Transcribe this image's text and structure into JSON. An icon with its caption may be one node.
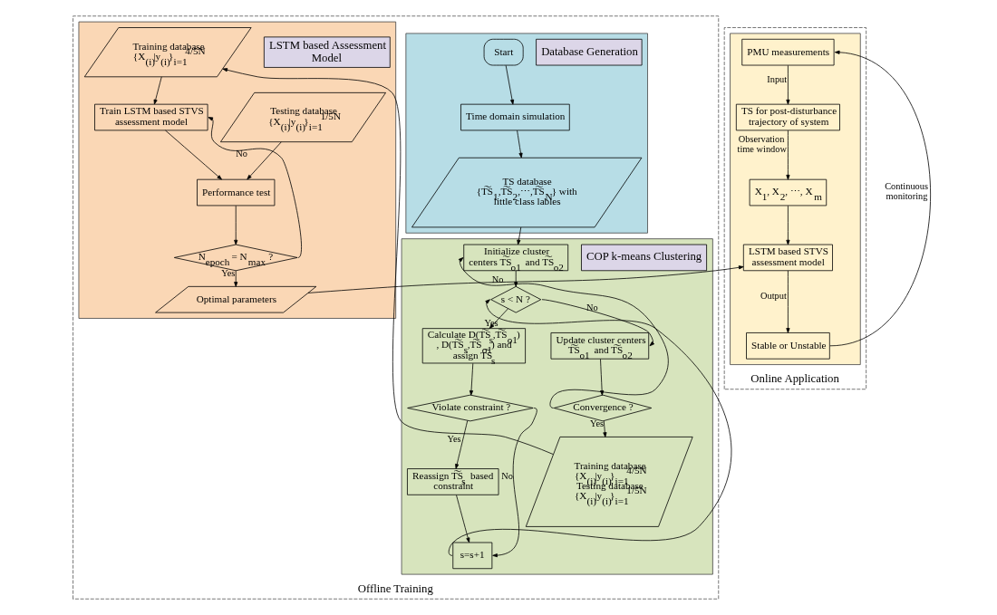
{
  "diagram": {
    "nodes": [
      {
        "text": [
          "Offline Training"
        ]
      },
      {
        "text": [],
        "shape": "box",
        "in": 0
      },
      {
        "text": [
          "Database Generation"
        ],
        "in": 1
      },
      {
        "text": [
          "Start"
        ],
        "in": 1
      },
      {
        "text": [
          "Time domain simulation"
        ],
        "in": 1
      },
      {
        "text": [
          "TS database {T͠S$_{1}$,T͠S$_{2}$,⋯,T͠S$_{N}$} with little class lables"
        ],
        "in": 1
      },
      {
        "text": [],
        "shape": "box",
        "in": 0
      },
      {
        "text": [
          "COP k-means Clustering"
        ],
        "in": 6
      },
      {
        "text": [
          "Initialize cluster centers T͠S$_{o1}$ and T͠S$_{o2}$"
        ],
        "in": 6
      },
      {
        "text": [
          "s < N ?"
        ],
        "in": 6
      },
      {
        "text": [
          "Calculate D(T͠S$_{s}$,T͠S$_{o1}$) , D(T͠S$_{s}$,T͠S$_{o1}$) and assign T͠S$_{s}$"
        ],
        "in": 6
      },
      {
        "text": [
          "Violate constraint ?"
        ],
        "in": 6
      },
      {
        "text": [
          "Reassign T͠S$_{s}$ based constraint"
        ],
        "in": 6
      },
      {
        "text": [
          "s=s+1"
        ],
        "in": 6
      },
      {
        "text": [
          "Update cluster centers T͠S$_{o1}$ and T͠S$_{o2}$"
        ],
        "in": 6
      },
      {
        "text": [
          "Convergence ?"
        ],
        "in": 6
      },
      {
        "text": [
          "Training database {X$_{(i)}$|y$_{(i)}$}$_{i=1}$$^{4/5N}$",
          "Testing database {X$_{(i)}$|y$_{(i)}$}$_{i=1}$$^{1/5N}$"
        ],
        "in": 6
      },
      {
        "text": [],
        "shape": "box",
        "in": 0
      },
      {
        "text": [
          "LSTM based Assessment Model"
        ],
        "in": 17
      },
      {
        "text": [
          "Testing database {X$_{(i)}$|y$_{(i)}$}$_{i=1}$$^{1/5N}$"
        ],
        "in": 17
      },
      {
        "text": [
          "Training database {X$_{(i)}$|y$_{(i)}$}$_{i=1}$$^{4/5N}$"
        ],
        "in": 17
      },
      {
        "text": [
          "Train LSTM based STVS assessment model"
        ],
        "in": 17
      },
      {
        "text": [
          "Performance test"
        ],
        "in": 17
      },
      {
        "text": [
          "N$_{epoch}$ = N$_{max}$ ?"
        ],
        "in": 17
      },
      {
        "text": [
          "Optimal parameters"
        ],
        "in": 17
      },
      {
        "text": [
          "Online Application"
        ]
      },
      {
        "text": [],
        "shape": "box",
        "in": 25
      },
      {
        "text": [
          "PMU measurements"
        ],
        "in": 26
      },
      {
        "text": [
          "TS for post-disturbance trajectory of system"
        ],
        "in": 26
      },
      {
        "text": [
          "X$_{1}$, X$_{2}$, ⋯, X$_{m}$"
        ],
        "in": 26
      },
      {
        "text": [
          "LSTM based STVS assessment model"
        ],
        "in": 26
      },
      {
        "text": [
          "Stable or Unstable"
        ],
        "in": 26
      }
    ],
    "edges": [
      {
        "from": 3,
        "to": 4,
        "arrow": "to"
      },
      {
        "from": 4,
        "to": 5,
        "arrow": "to"
      },
      {
        "from": 5,
        "to": 8,
        "arrow": "to"
      },
      {
        "from": 8,
        "to": 9,
        "arrow": "to"
      },
      {
        "from": 9,
        "to": 10,
        "arrow": "to",
        "label": "Yes"
      },
      {
        "from": 9,
        "to": 14,
        "arrow": "to",
        "label": "No"
      },
      {
        "from": 10,
        "to": 11,
        "arrow": "to"
      },
      {
        "from": 11,
        "to": 12,
        "arrow": "to",
        "label": "Yes"
      },
      {
        "from": 11,
        "to": 13,
        "arrow": "to",
        "label": "No"
      },
      {
        "from": 12,
        "to": 13,
        "arrow": "to"
      },
      {
        "from": 13,
        "to": 9,
        "arrow": "to"
      },
      {
        "from": 14,
        "to": 15,
        "arrow": "to"
      },
      {
        "from": 15,
        "to": 8,
        "arrow": "to",
        "label": "No"
      },
      {
        "from": 15,
        "to": 16,
        "arrow": "to",
        "label": "Yes"
      },
      {
        "from": 16,
        "to": 20,
        "arrow": "to"
      },
      {
        "from": 19,
        "to": 22,
        "arrow": "to"
      },
      {
        "from": 20,
        "to": 21,
        "arrow": "to"
      },
      {
        "from": 21,
        "to": 22,
        "arrow": "to"
      },
      {
        "from": 22,
        "to": 23,
        "arrow": "to"
      },
      {
        "from": 23,
        "to": 21,
        "arrow": "to",
        "label": "No"
      },
      {
        "from": 23,
        "to": 24,
        "arrow": "to",
        "label": "Yes"
      },
      {
        "from": 24,
        "to": 30,
        "arrow": "to"
      },
      {
        "from": 27,
        "to": 28,
        "arrow": "to",
        "label": "Input"
      },
      {
        "from": 28,
        "to": 29,
        "arrow": "to",
        "label": "Observation time window"
      },
      {
        "from": 29,
        "to": 30,
        "arrow": "to"
      },
      {
        "from": 30,
        "to": 31,
        "arrow": "to",
        "label": "Output"
      },
      {
        "from": 31,
        "to": 27,
        "arrow": "to",
        "label": "Continuous monitoring"
      }
    ]
  }
}
